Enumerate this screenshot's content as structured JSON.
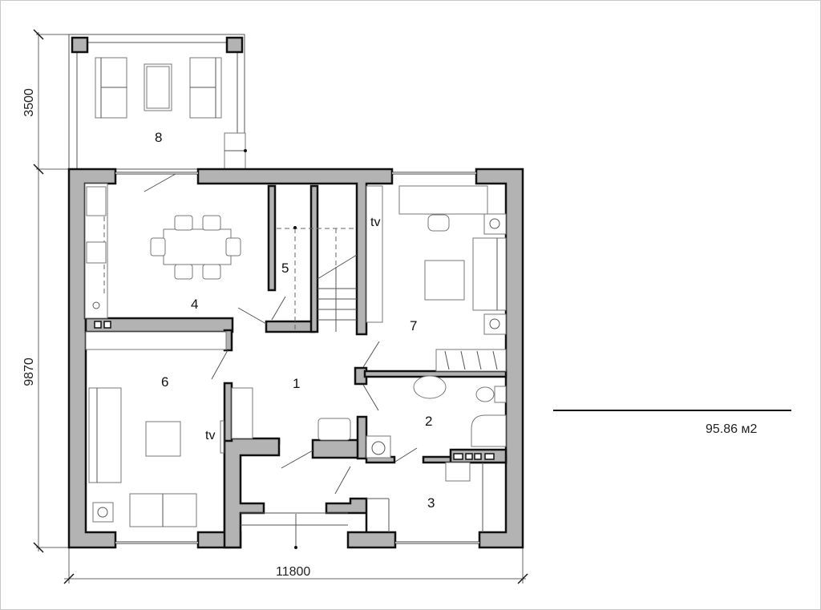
{
  "plan": {
    "type": "floor-plan",
    "rooms": [
      {
        "id": "1",
        "label": "1"
      },
      {
        "id": "2",
        "label": "2"
      },
      {
        "id": "3",
        "label": "3"
      },
      {
        "id": "4",
        "label": "4"
      },
      {
        "id": "5",
        "label": "5"
      },
      {
        "id": "6",
        "label": "6"
      },
      {
        "id": "7",
        "label": "7"
      },
      {
        "id": "8",
        "label": "8"
      }
    ],
    "tv_labels": [
      "tv",
      "tv"
    ],
    "dimensions": {
      "terrace_depth": "3500",
      "house_depth": "9870",
      "house_width": "11800"
    },
    "total_area": {
      "value": "95.86",
      "unit": "м2",
      "display": "95.86  м2"
    },
    "colors": {
      "wall_fill": "#b3b3b3",
      "wall_stroke": "#111111",
      "background": "#ffffff"
    }
  }
}
